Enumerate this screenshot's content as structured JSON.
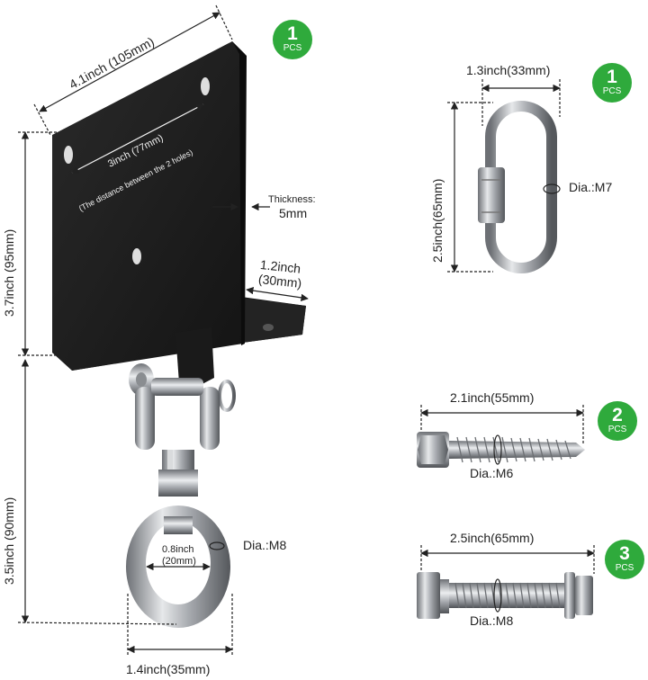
{
  "colors": {
    "badge": "#2faa3c",
    "plate": "#1c1c1c",
    "steel": "#b9bcc0",
    "dimension": "#222222"
  },
  "plate": {
    "width_label": "4.1inch (105mm)",
    "height_label": "3.7inch (95mm)",
    "hole_spacing_label": "3inch (77mm)",
    "hole_spacing_note": "(The distance between the 2 holes)",
    "thickness_label": "Thickness:",
    "thickness_value": "5mm",
    "flange_label_line1": "1.2inch",
    "flange_label_line2": "(30mm)",
    "quantity": {
      "num": "1",
      "unit": "PCS"
    }
  },
  "swivel": {
    "height_label": "3.5inch (90mm)",
    "ring_inner_line1": "0.8inch",
    "ring_inner_line2": "(20mm)",
    "diameter_label": "Dia.:M8",
    "width_label": "1.4inch(35mm)"
  },
  "quick_link": {
    "width_label": "1.3inch(33mm)",
    "height_label": "2.5inch(65mm)",
    "diameter_label": "Dia.:M7",
    "quantity": {
      "num": "1",
      "unit": "PCS"
    }
  },
  "lag_screw": {
    "length_label": "2.1inch(55mm)",
    "diameter_label": "Dia.:M6",
    "quantity": {
      "num": "2",
      "unit": "PCS"
    }
  },
  "bolt": {
    "length_label": "2.5inch(65mm)",
    "diameter_label": "Dia.:M8",
    "quantity": {
      "num": "3",
      "unit": "PCS"
    }
  }
}
